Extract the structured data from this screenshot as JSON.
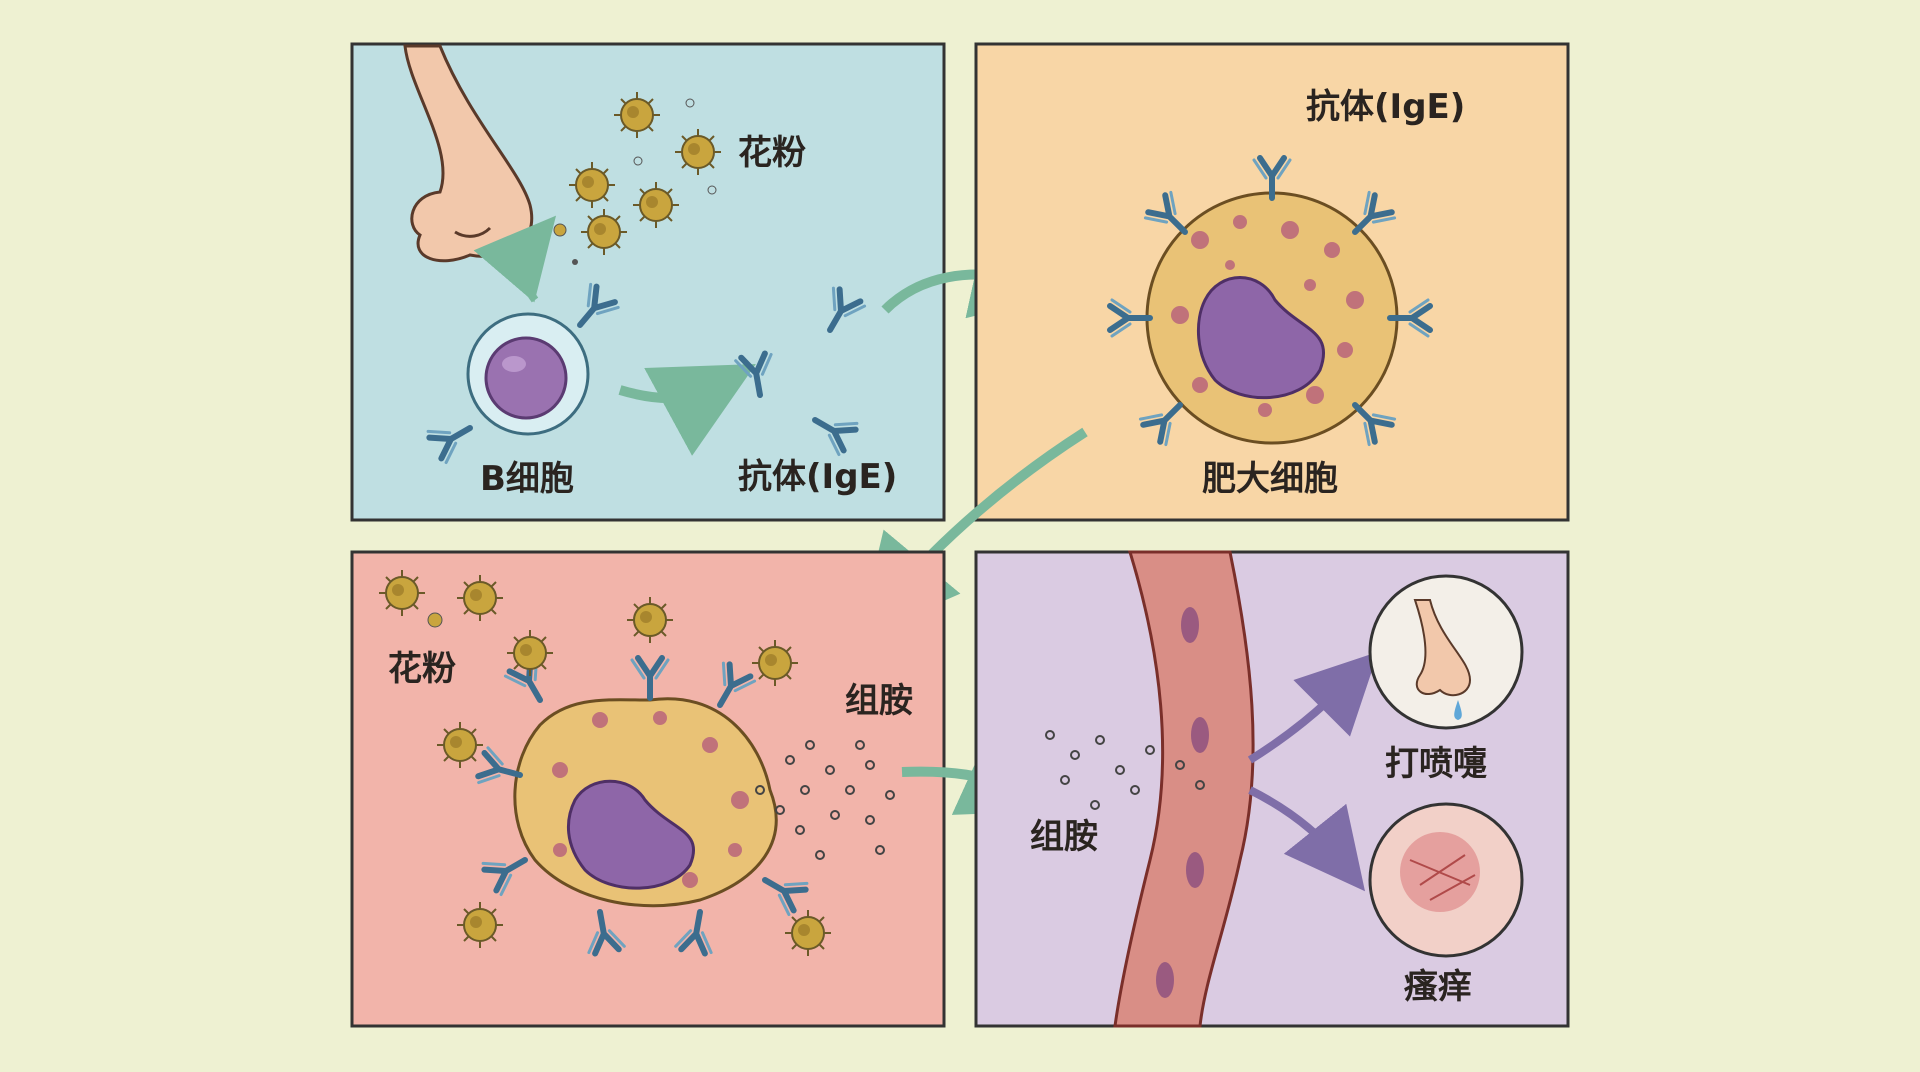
{
  "labels": {
    "panel1_pollen": "花粉",
    "panel1_bcell": "B细胞",
    "panel1_antibody": "抗体(IgE)",
    "panel2_antibody": "抗体(IgE)",
    "panel2_mastcell": "肥大细胞",
    "panel3_pollen": "花粉",
    "panel3_histamine": "组胺",
    "panel4_histamine": "组胺",
    "panel4_sneeze": "打喷嚏",
    "panel4_itch": "瘙痒"
  },
  "colors": {
    "panel1_bg": "#bfdfe2",
    "panel2_bg": "#f8d6a6",
    "panel3_bg": "#f2b4aa",
    "panel4_bg": "#dacbe2",
    "arrow": "#79b89c",
    "arrow_purple": "#7f6ea8",
    "antibody": "#3c6d8e",
    "pollen": "#c9a53e",
    "mast_cell": "#e9c276",
    "granule": "#c0727a",
    "nucleus": "#8e66a8"
  },
  "icons": [
    "nose-icon",
    "pollen-icon",
    "b-cell-icon",
    "antibody-icon",
    "mast-cell-icon",
    "histamine-particle-icon",
    "blood-vessel-icon",
    "runny-nose-icon",
    "itchy-skin-icon",
    "arrow-icon"
  ]
}
